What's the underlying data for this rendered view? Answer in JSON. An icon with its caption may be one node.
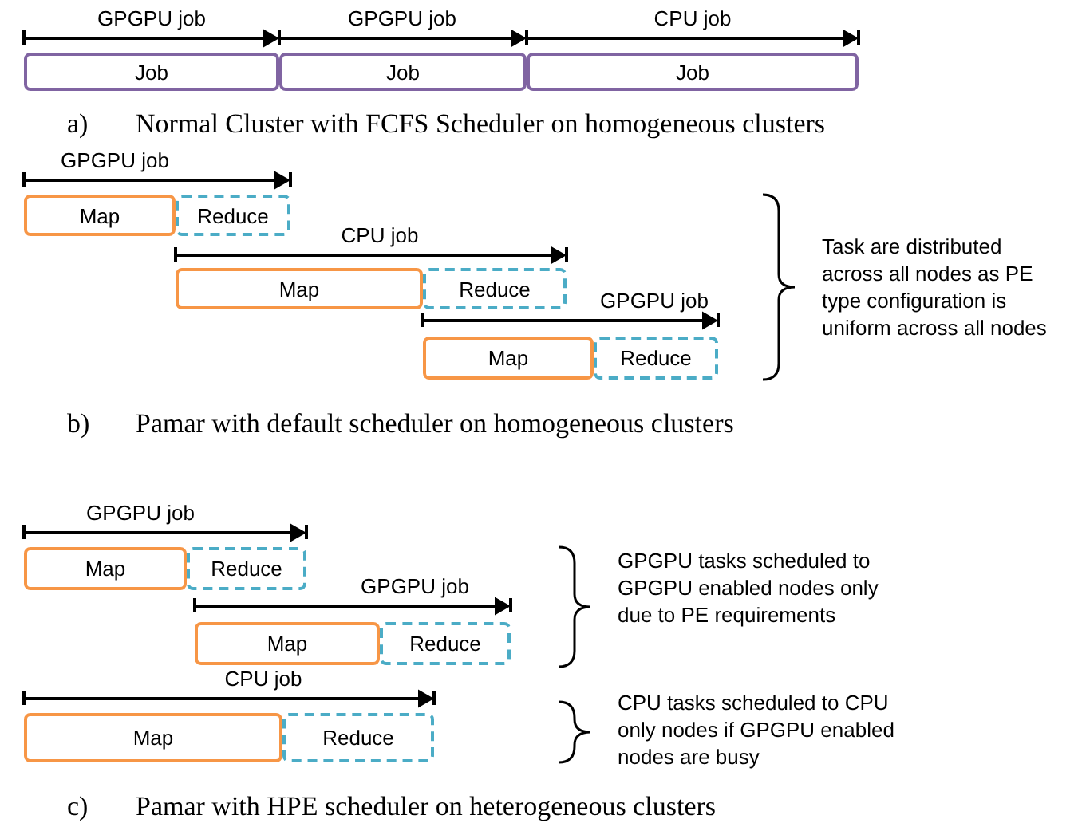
{
  "diagram": {
    "nodes": [
      {
        "text": [
          "Job"
        ]
      },
      {
        "text": [
          "Job"
        ]
      },
      {
        "text": [
          "Job"
        ]
      },
      {
        "text": [
          "Map"
        ]
      },
      {
        "text": [
          "Reduce"
        ]
      },
      {
        "text": [
          "Map"
        ]
      },
      {
        "text": [
          "Reduce"
        ]
      },
      {
        "text": [
          "Map"
        ]
      },
      {
        "text": [
          "Reduce"
        ]
      },
      {
        "text": [
          "Map"
        ]
      },
      {
        "text": [
          "Reduce"
        ]
      },
      {
        "text": [
          "Map"
        ]
      },
      {
        "text": [
          "Reduce"
        ]
      },
      {
        "text": [
          "Map"
        ]
      },
      {
        "text": [
          "Reduce"
        ]
      }
    ],
    "labels": [
      "GPGPU job",
      "GPGPU job",
      "CPU job",
      "a)",
      "Normal Cluster with FCFS Scheduler on homogeneous clusters",
      "GPGPU job",
      "CPU job",
      "Task are distributed across all nodes as PE type configuration is uniform across all nodes",
      "GPGPU job",
      "b)",
      "Pamar with default scheduler on homogeneous clusters",
      "GPGPU job",
      "GPGPU tasks scheduled to GPGPU enabled nodes only due to PE requirements",
      "GPGPU job",
      "CPU job",
      "CPU tasks scheduled to CPU only nodes if GPGPU enabled nodes are busy",
      "c)",
      "Pamar with HPE scheduler on heterogeneous clusters"
    ]
  }
}
